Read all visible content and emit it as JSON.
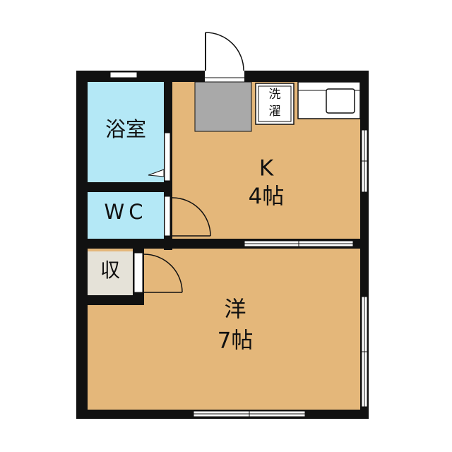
{
  "floorplan": {
    "rooms": {
      "bath": {
        "name": "浴室"
      },
      "wc": {
        "name": "WC"
      },
      "storage": {
        "name": "収"
      },
      "laundry": {
        "line1": "洗",
        "line2": "濯"
      },
      "kitchen": {
        "name": "K",
        "size": "4帖"
      },
      "western": {
        "name": "洋",
        "size": "7帖"
      }
    },
    "colors": {
      "wall": "#111111",
      "floor_tan": "#e4b77a",
      "wet_area_blue": "#b4e8f6",
      "storage_gray": "#e5e2d8",
      "appliance_gray": "#a9a9a9",
      "window": "#ffffff"
    }
  }
}
